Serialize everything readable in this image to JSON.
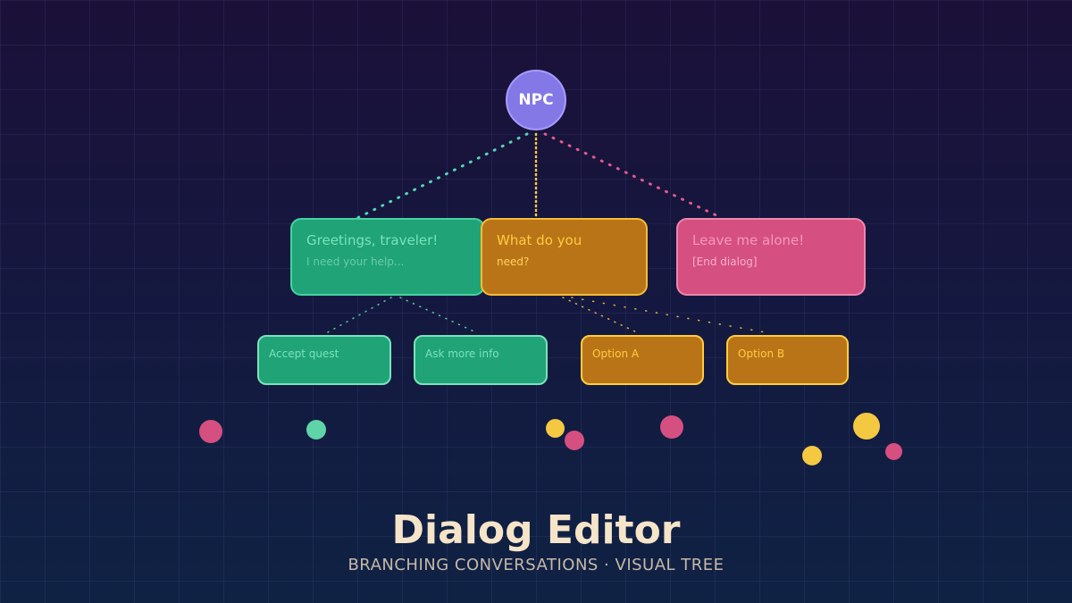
{
  "root": {
    "label": "NPC"
  },
  "responses": [
    {
      "title": "Greetings, traveler!",
      "subtitle": "I need your help...",
      "color": "#1fa377"
    },
    {
      "title": "What do you",
      "subtitle": "need?",
      "color": "#b97418"
    },
    {
      "title": "Leave me alone!",
      "subtitle": "[End dialog]",
      "color": "#d54f80"
    }
  ],
  "options": [
    {
      "label": "Accept quest"
    },
    {
      "label": "Ask more info"
    },
    {
      "label": "Option A"
    },
    {
      "label": "Option B"
    }
  ],
  "colors": {
    "npc": "#8478e6",
    "green": "#1fa377",
    "amber": "#b97418",
    "pink": "#d54f80",
    "yellow_dot": "#f5c842",
    "mint_dot": "#5fd4a8"
  },
  "footer": {
    "title": "Dialog Editor",
    "subtitle": "BRANCHING CONVERSATIONS  ·  VISUAL TREE"
  }
}
